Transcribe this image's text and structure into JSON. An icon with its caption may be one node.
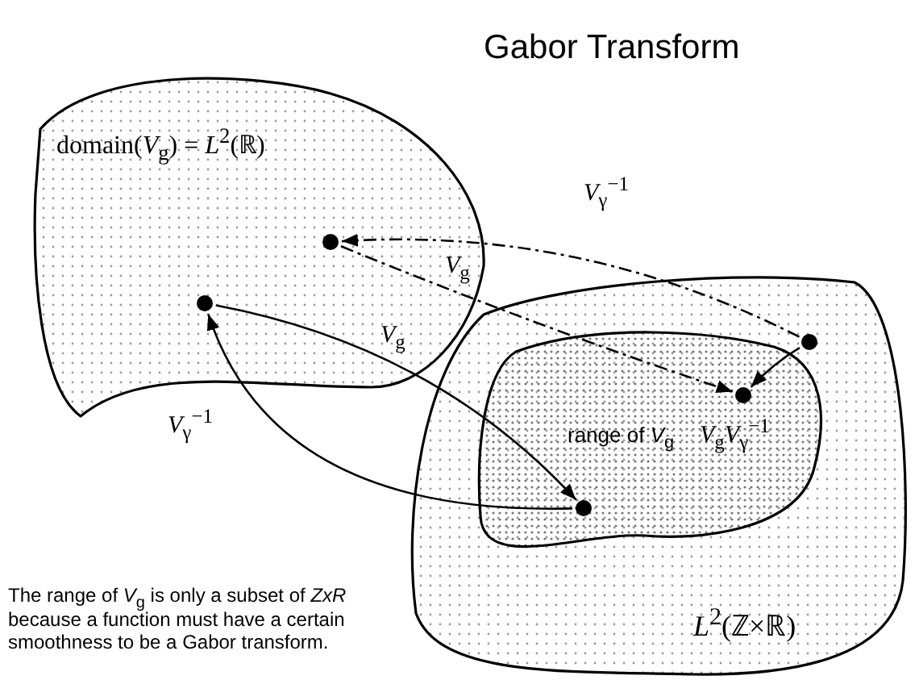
{
  "diagram": {
    "title": "Gabor Transform",
    "nodes": [
      {
        "text": [
          "domain(*V*$_{g}$) = *L*$^{2}$(ℝ)"
        ]
      },
      {
        "text": [],
        "shape": "circle",
        "in": 0
      },
      {
        "text": [],
        "shape": "circle",
        "in": 0
      },
      {
        "text": [
          "*L*$^{2}$(ℤ×ℝ)"
        ]
      },
      {
        "text": [
          "range of *V*$_{g}$"
        ],
        "in": 3
      },
      {
        "text": [],
        "shape": "circle",
        "in": 3
      },
      {
        "text": [],
        "shape": "circle",
        "in": 4
      },
      {
        "text": [],
        "shape": "circle",
        "in": 4
      }
    ],
    "edges": [
      {
        "from": 5,
        "to": 1,
        "arrow": "to",
        "label": "*V*$_{γ}$$^{−1}$",
        "style": "dashed"
      },
      {
        "from": 1,
        "to": 6,
        "arrow": "to",
        "label": "*V*$_{g}$",
        "style": "dashed"
      },
      {
        "from": 5,
        "to": 6,
        "arrow": "to",
        "label": "*V*$_{g}$*V*$_{γ}$$^{−1}$"
      },
      {
        "from": 2,
        "to": 7,
        "arrow": "to",
        "label": "*V*$_{g}$"
      },
      {
        "from": 7,
        "to": 2,
        "arrow": "to",
        "label": "*V*$_{γ}$$^{−1}$"
      }
    ],
    "labels": [
      "The range of *V*$_{g}$ is only a subset of *ZxR* because a function must have a certain smoothness to be a Gabor transform."
    ]
  }
}
